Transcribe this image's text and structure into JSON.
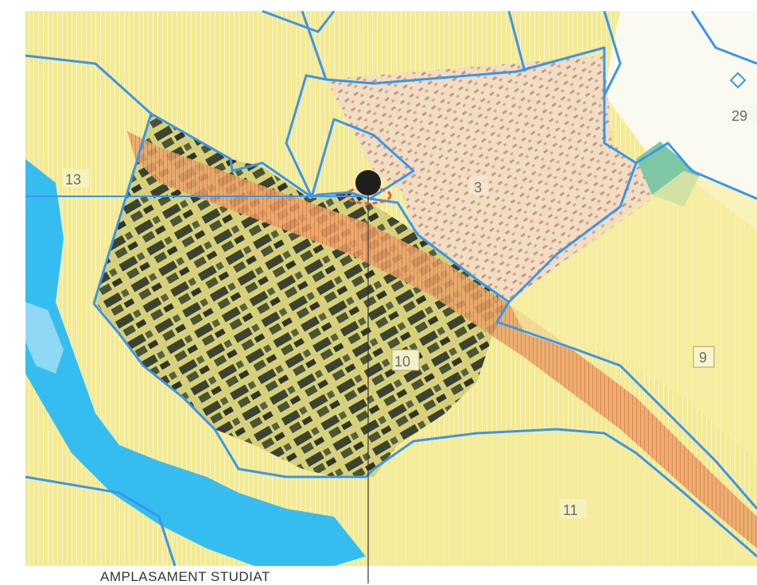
{
  "map": {
    "zones": [
      {
        "id": "zone-13",
        "label": "13"
      },
      {
        "id": "zone-3",
        "label": "3"
      },
      {
        "id": "zone-10",
        "label": "10"
      },
      {
        "id": "zone-9",
        "label": "9"
      },
      {
        "id": "zone-11",
        "label": "11"
      },
      {
        "id": "zone-29",
        "label": "29"
      }
    ],
    "marker": {
      "name": "studied-site-marker"
    },
    "caption": "AMPLASAMENT STUDIAT"
  },
  "colors": {
    "background": "#ffffff",
    "land": "#f2e88a",
    "land_light": "#f7efa8",
    "river": "#2fb9ee",
    "boundary": "#3a8fe6",
    "industrial": "#3d4a2c",
    "railway": "#e07a4a",
    "residential": "#e6c0a0",
    "green": "#7fc97a",
    "marker": "#1e1e1e",
    "caption": "#333333"
  }
}
